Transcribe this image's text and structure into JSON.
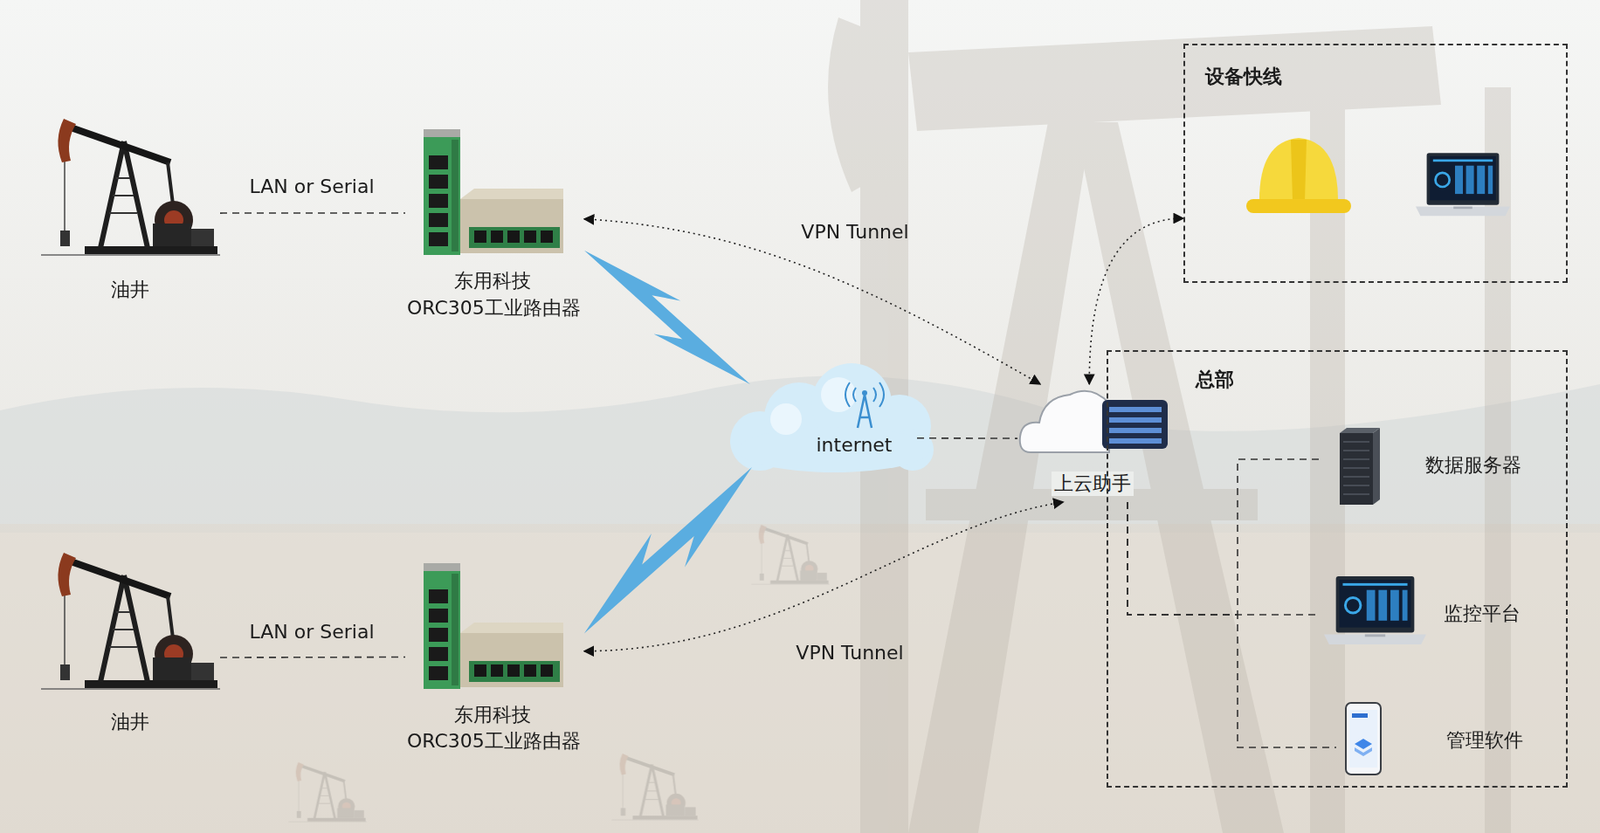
{
  "diagram": {
    "nodes": [
      {
        "text": [
          "油井"
        ]
      },
      {
        "text": [
          "东用科技",
          "ORC305工业路由器"
        ]
      },
      {
        "text": [
          "油井"
        ]
      },
      {
        "text": [
          "东用科技",
          "ORC305工业路由器"
        ]
      },
      {
        "text": [
          "internet"
        ]
      },
      {
        "text": [
          "上云助手"
        ]
      },
      {
        "text": [
          "设备快线"
        ]
      },
      {
        "text": [
          "总部"
        ]
      },
      {
        "text": [
          "数据服务器"
        ],
        "in": 7
      },
      {
        "text": [
          "监控平台"
        ],
        "in": 7
      },
      {
        "text": [
          "管理软件"
        ],
        "in": 7
      }
    ],
    "edges": [
      {
        "from": 0,
        "to": 1,
        "arrow": "none",
        "label": "LAN or Serial"
      },
      {
        "from": 2,
        "to": 3,
        "arrow": "none",
        "label": "LAN or Serial"
      },
      {
        "from": 1,
        "to": 4,
        "arrow": "none"
      },
      {
        "from": 3,
        "to": 4,
        "arrow": "none"
      },
      {
        "from": 1,
        "to": 5,
        "arrow": "both",
        "label": "VPN Tunnel"
      },
      {
        "from": 3,
        "to": 5,
        "arrow": "both",
        "label": "VPN Tunnel"
      },
      {
        "from": 5,
        "to": 6,
        "arrow": "both"
      },
      {
        "from": 4,
        "to": 5,
        "arrow": "none"
      },
      {
        "from": 5,
        "to": 8,
        "arrow": "none"
      },
      {
        "from": 5,
        "to": 9,
        "arrow": "none"
      },
      {
        "from": 5,
        "to": 10,
        "arrow": "none"
      }
    ]
  }
}
